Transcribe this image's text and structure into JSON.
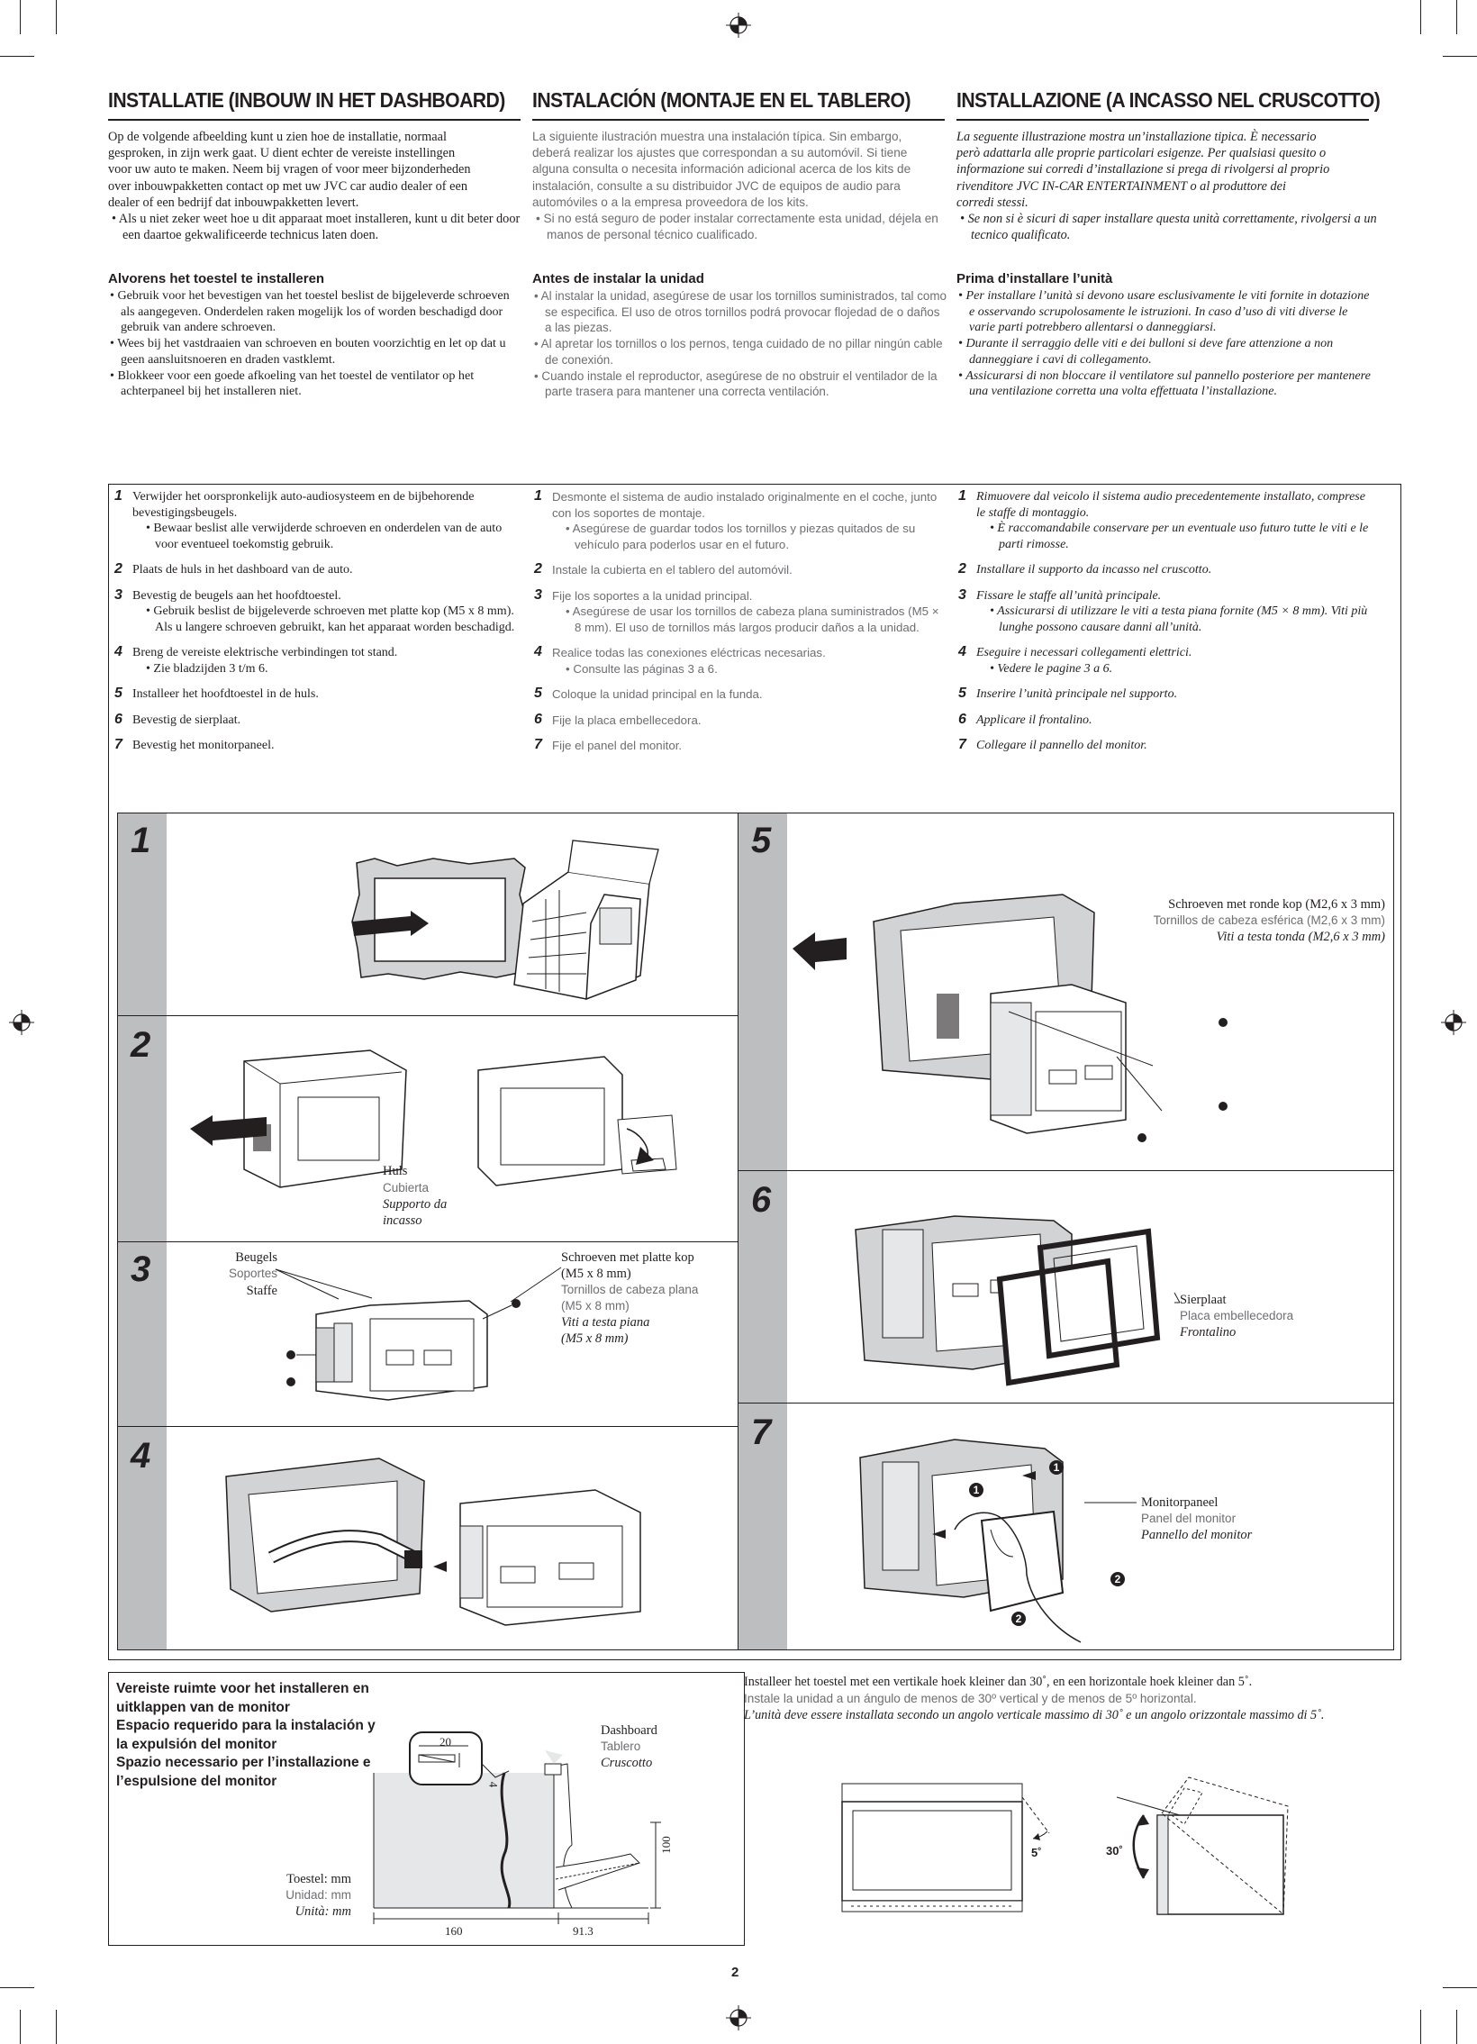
{
  "header": {
    "nl_title": "INSTALLATIE (INBOUW IN HET DASHBOARD)",
    "es_title": "INSTALACIÓN (MONTAJE EN EL TABLERO)",
    "it_title": "INSTALLAZIONE (A INCASSO NEL CRUSCOTTO)"
  },
  "intro": {
    "nl_lines": [
      "Op de volgende afbeelding kunt u zien hoe de installatie, normaal",
      "gesproken, in zijn werk gaat. U dient echter de vereiste instellingen",
      "voor uw auto te maken. Neem bij vragen of voor meer bijzonderheden",
      "over inbouwpakketten contact op met uw JVC car audio dealer of een",
      "dealer of een bedrijf dat inbouwpakketten levert."
    ],
    "nl_bullet": "Als u niet zeker weet hoe u dit apparaat moet installeren, kunt u dit beter door een daartoe gekwalificeerde technicus laten doen.",
    "es_lines": [
      "La siguiente ilustración muestra una instalación típica. Sin embargo,",
      "deberá realizar los ajustes que correspondan a su automóvil. Si tiene",
      "alguna consulta o necesita información adicional acerca de los kits de",
      "instalación, consulte a su distribuidor JVC de equipos de audio para",
      "automóviles o a la empresa proveedora de los kits."
    ],
    "es_bullet": "Si no está seguro de poder instalar correctamente esta unidad, déjela en manos de personal técnico cualificado.",
    "it_lines": [
      "La seguente illustrazione mostra un’installazione tipica. È necessario",
      "però adattarla alle proprie particolari esigenze. Per qualsiasi quesito o",
      "informazione sui corredi d’installazione si prega di rivolgersi al proprio",
      "rivenditore JVC IN-CAR ENTERTAINMENT o al produttore dei",
      "corredi stessi."
    ],
    "it_bullet": "Se non si è sicuri di saper installare questa unità correttamente, rivolgersi a un tecnico qualificato."
  },
  "before": {
    "nl_heading": "Alvorens het toestel te installeren",
    "nl_items": [
      "Gebruik voor het bevestigen van het toestel beslist de bijgeleverde schroeven als aangegeven. Onderdelen raken mogelijk los of worden beschadigd door gebruik van andere schroeven.",
      "Wees bij het vastdraaien van schroeven en bouten voorzichtig en let op dat u geen aansluitsnoeren en draden vastklemt.",
      "Blokkeer voor een goede afkoeling van het toestel de ventilator op het achterpaneel bij het installeren niet."
    ],
    "es_heading": "Antes de instalar la unidad",
    "es_items": [
      "Al instalar la unidad, asegúrese de usar los tornillos suministrados, tal como se especifica. El uso de otros tornillos podrá provocar flojedad de o daños a las piezas.",
      "Al apretar los tornillos o los pernos, tenga cuidado de no pillar ningún cable de conexión.",
      "Cuando instale el reproductor, asegúrese de no obstruir el ventilador de la parte trasera para mantener una correcta ventilación."
    ],
    "it_heading": "Prima d’installare l’unità",
    "it_items": [
      "Per installare l’unità si devono usare esclusivamente le viti fornite in dotazione e osservando scrupolosamente le istruzioni. In caso d’uso di viti diverse le varie parti potrebbero allentarsi o danneggiarsi.",
      "Durante il serraggio delle viti e dei bulloni si deve fare attenzione a non danneggiare i cavi di collegamento.",
      "Assicurarsi di non bloccare il ventilatore sul pannello posteriore per mantenere una ventilazione corretta una volta effettuata l’installazione."
    ]
  },
  "steps": {
    "nl": [
      {
        "n": "1",
        "text": "Verwijder het oorspronkelijk auto-audiosysteem en de bijbehorende bevestigingsbeugels.",
        "sub": "Bewaar beslist alle verwijderde schroeven en onderdelen van de auto voor eventueel toekomstig gebruik."
      },
      {
        "n": "2",
        "text": "Plaats de huls in het dashboard van de auto.",
        "sub": ""
      },
      {
        "n": "3",
        "text": "Bevestig de beugels aan het hoofdtoestel.",
        "sub": "Gebruik beslist de bijgeleverde schroeven met platte kop (M5 x 8 mm). Als u langere schroeven gebruikt, kan het apparaat worden beschadigd."
      },
      {
        "n": "4",
        "text": "Breng de vereiste elektrische verbindingen tot stand.",
        "sub": "Zie bladzijden 3 t/m 6."
      },
      {
        "n": "5",
        "text": "Installeer het hoofdtoestel in de huls.",
        "sub": ""
      },
      {
        "n": "6",
        "text": "Bevestig de sierplaat.",
        "sub": ""
      },
      {
        "n": "7",
        "text": "Bevestig het monitorpaneel.",
        "sub": ""
      }
    ],
    "es": [
      {
        "n": "1",
        "text": "Desmonte el sistema de audio instalado originalmente en el coche, junto con los soportes de montaje.",
        "sub": "Asegúrese de guardar todos los tornillos y piezas quitados de su vehículo para poderlos usar en el futuro."
      },
      {
        "n": "2",
        "text": "Instale la cubierta en el tablero del automóvil.",
        "sub": ""
      },
      {
        "n": "3",
        "text": "Fije los soportes a la unidad principal.",
        "sub": "Asegúrese de usar los tornillos de cabeza plana suministrados (M5 × 8 mm). El uso de tornillos más largos producir daños a la unidad."
      },
      {
        "n": "4",
        "text": "Realice todas las conexiones eléctricas necesarias.",
        "sub": "Consulte las páginas 3 a 6."
      },
      {
        "n": "5",
        "text": "Coloque la unidad principal en la funda.",
        "sub": ""
      },
      {
        "n": "6",
        "text": "Fije la placa embellecedora.",
        "sub": ""
      },
      {
        "n": "7",
        "text": "Fije el panel del monitor.",
        "sub": ""
      }
    ],
    "it": [
      {
        "n": "1",
        "text": "Rimuovere dal veicolo il sistema audio precedentemente installato, comprese le staffe di montaggio.",
        "sub": "È raccomandabile conservare per un eventuale uso futuro tutte le viti e le parti rimosse."
      },
      {
        "n": "2",
        "text": "Installare il supporto da incasso nel cruscotto.",
        "sub": ""
      },
      {
        "n": "3",
        "text": "Fissare le staffe all’unità principale.",
        "sub": "Assicurarsi di utilizzare le viti a testa piana fornite (M5 × 8 mm). Viti più lunghe possono causare danni all’unità."
      },
      {
        "n": "4",
        "text": "Eseguire i necessari collegamenti elettrici.",
        "sub": "Vedere le pagine 3 a 6."
      },
      {
        "n": "5",
        "text": "Inserire l’unità principale nel supporto.",
        "sub": ""
      },
      {
        "n": "6",
        "text": "Applicare il frontalino.",
        "sub": ""
      },
      {
        "n": "7",
        "text": "Collegare il pannello del monitor.",
        "sub": ""
      }
    ]
  },
  "figures": {
    "panel_numbers": [
      "1",
      "2",
      "3",
      "4",
      "5",
      "6",
      "7"
    ],
    "huls": {
      "nl": "Huls",
      "es": "Cubierta",
      "it_1": "Supporto da",
      "it_2": "incasso"
    },
    "beugels": {
      "nl": "Beugels",
      "es": "Soportes",
      "it": "Staffe"
    },
    "flat_screws": {
      "nl_1": "Schroeven met platte kop",
      "nl_2": "(M5 x 8 mm)",
      "es_1": "Tornillos de cabeza plana",
      "es_2": "(M5 x 8 mm)",
      "it_1": "Viti a testa piana",
      "it_2": "(M5 x 8 mm)"
    },
    "round_screws": {
      "nl": "Schroeven met ronde kop (M2,6 x 3 mm)",
      "es": "Tornillos de cabeza esférica (M2,6 x 3 mm)",
      "it": "Viti a testa tonda (M2,6 x 3 mm)"
    },
    "sierplaat": {
      "nl": "Sierplaat",
      "es": "Placa embellecedora",
      "it": "Frontalino"
    },
    "monitor": {
      "nl": "Monitorpaneel",
      "es": "Panel del monitor",
      "it": "Pannello del monitor"
    },
    "callout_1": "1",
    "callout_2": "2"
  },
  "space": {
    "title_nl_1": "Vereiste ruimte voor het installeren en",
    "title_nl_2": "uitklappen van de monitor",
    "title_es_1": "Espacio requerido para la instalación y",
    "title_es_2": "la expulsión del monitor",
    "title_it_1": "Spazio necessario per l’installazione e",
    "title_it_2": "l’espulsione del monitor",
    "dash_nl": "Dashboard",
    "dash_es": "Tablero",
    "dash_it": "Cruscotto",
    "dim_20": "20",
    "dim_4": "4",
    "dim_100": "100",
    "dim_160": "160",
    "dim_913": "91.3",
    "unit_nl": "Toestel: mm",
    "unit_es": "Unidad: mm",
    "unit_it": "Unità: mm"
  },
  "angle": {
    "nl": "Installeer het toestel met een vertikale hoek kleiner dan 30˚, en een horizontale hoek kleiner dan 5˚.",
    "es": "Instale la unidad a un ángulo de menos de 30º vertical y de menos de 5º horizontal.",
    "it": "L’unità deve essere installata secondo un angolo verticale massimo di 30˚ e un angolo orizzontale massimo di 5˚.",
    "deg5": "5˚",
    "deg30": "30˚"
  },
  "page_number": "2"
}
